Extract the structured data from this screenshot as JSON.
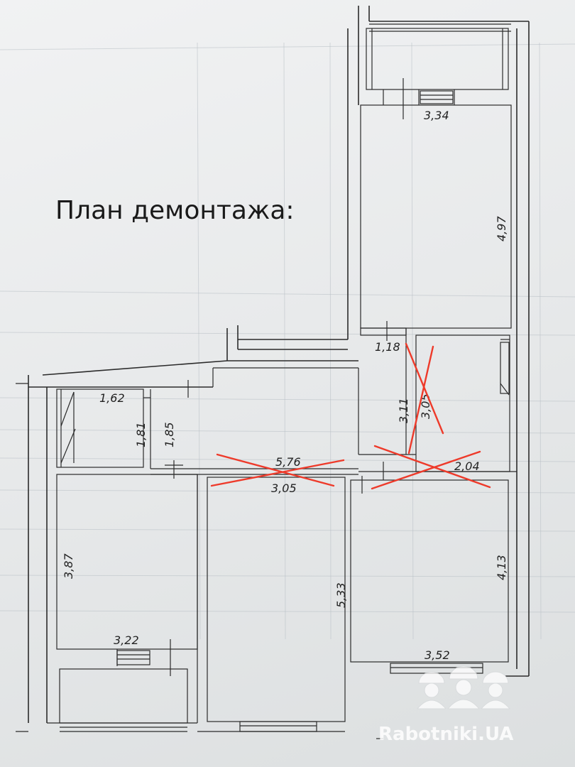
{
  "title": "План демонтажа:",
  "dimensions": [
    {
      "id": "balcony-top-width",
      "value": "3,34"
    },
    {
      "id": "room-top-right-length",
      "value": "4,97"
    },
    {
      "id": "corridor-small-width",
      "value": "1,18"
    },
    {
      "id": "corridor-height",
      "value": "3,11"
    },
    {
      "id": "bath-height",
      "value": "3,05"
    },
    {
      "id": "bath-width",
      "value": "2,04"
    },
    {
      "id": "storage-width",
      "value": "1,62"
    },
    {
      "id": "storage-height",
      "value": "1,81"
    },
    {
      "id": "hall-height",
      "value": "1,85"
    },
    {
      "id": "hall-length",
      "value": "5,76"
    },
    {
      "id": "middle-room-width",
      "value": "3,05"
    },
    {
      "id": "left-room-height",
      "value": "3,87"
    },
    {
      "id": "middle-room-length",
      "value": "5,33"
    },
    {
      "id": "right-room-length",
      "value": "4,13"
    },
    {
      "id": "left-room-width",
      "value": "3,22"
    },
    {
      "id": "right-room-width",
      "value": "3,52"
    }
  ],
  "watermark": "Rabotniki.UA",
  "colors": {
    "demolition_mark": "#ee3a2a",
    "walls": "#2b2b2b"
  }
}
